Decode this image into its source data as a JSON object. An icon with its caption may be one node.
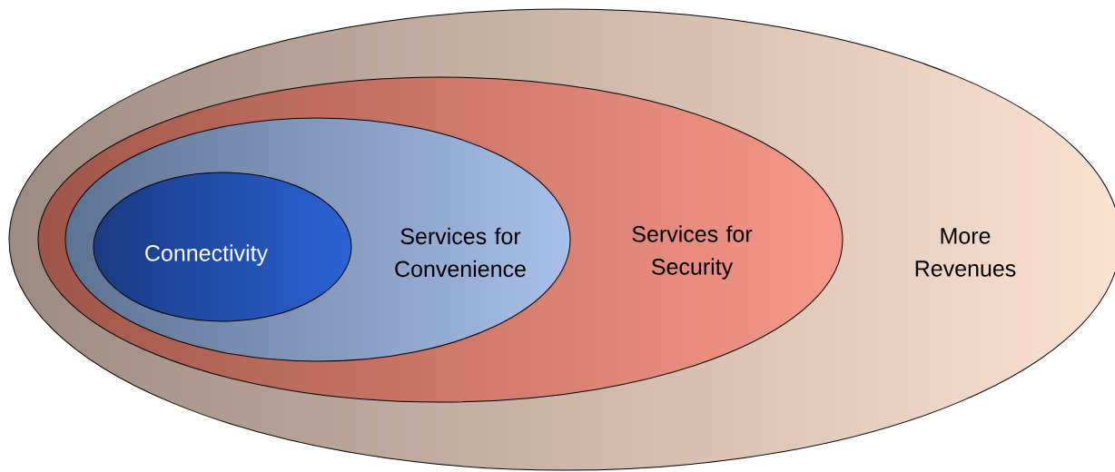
{
  "diagram": {
    "nodes": [
      {
        "text": [
          "More Revenues"
        ]
      },
      {
        "text": [
          "Services for Security"
        ],
        "in": 0
      },
      {
        "text": [
          "Services for Convenience"
        ],
        "in": 1
      },
      {
        "text": [
          "Connectivity"
        ],
        "in": 2
      }
    ]
  }
}
